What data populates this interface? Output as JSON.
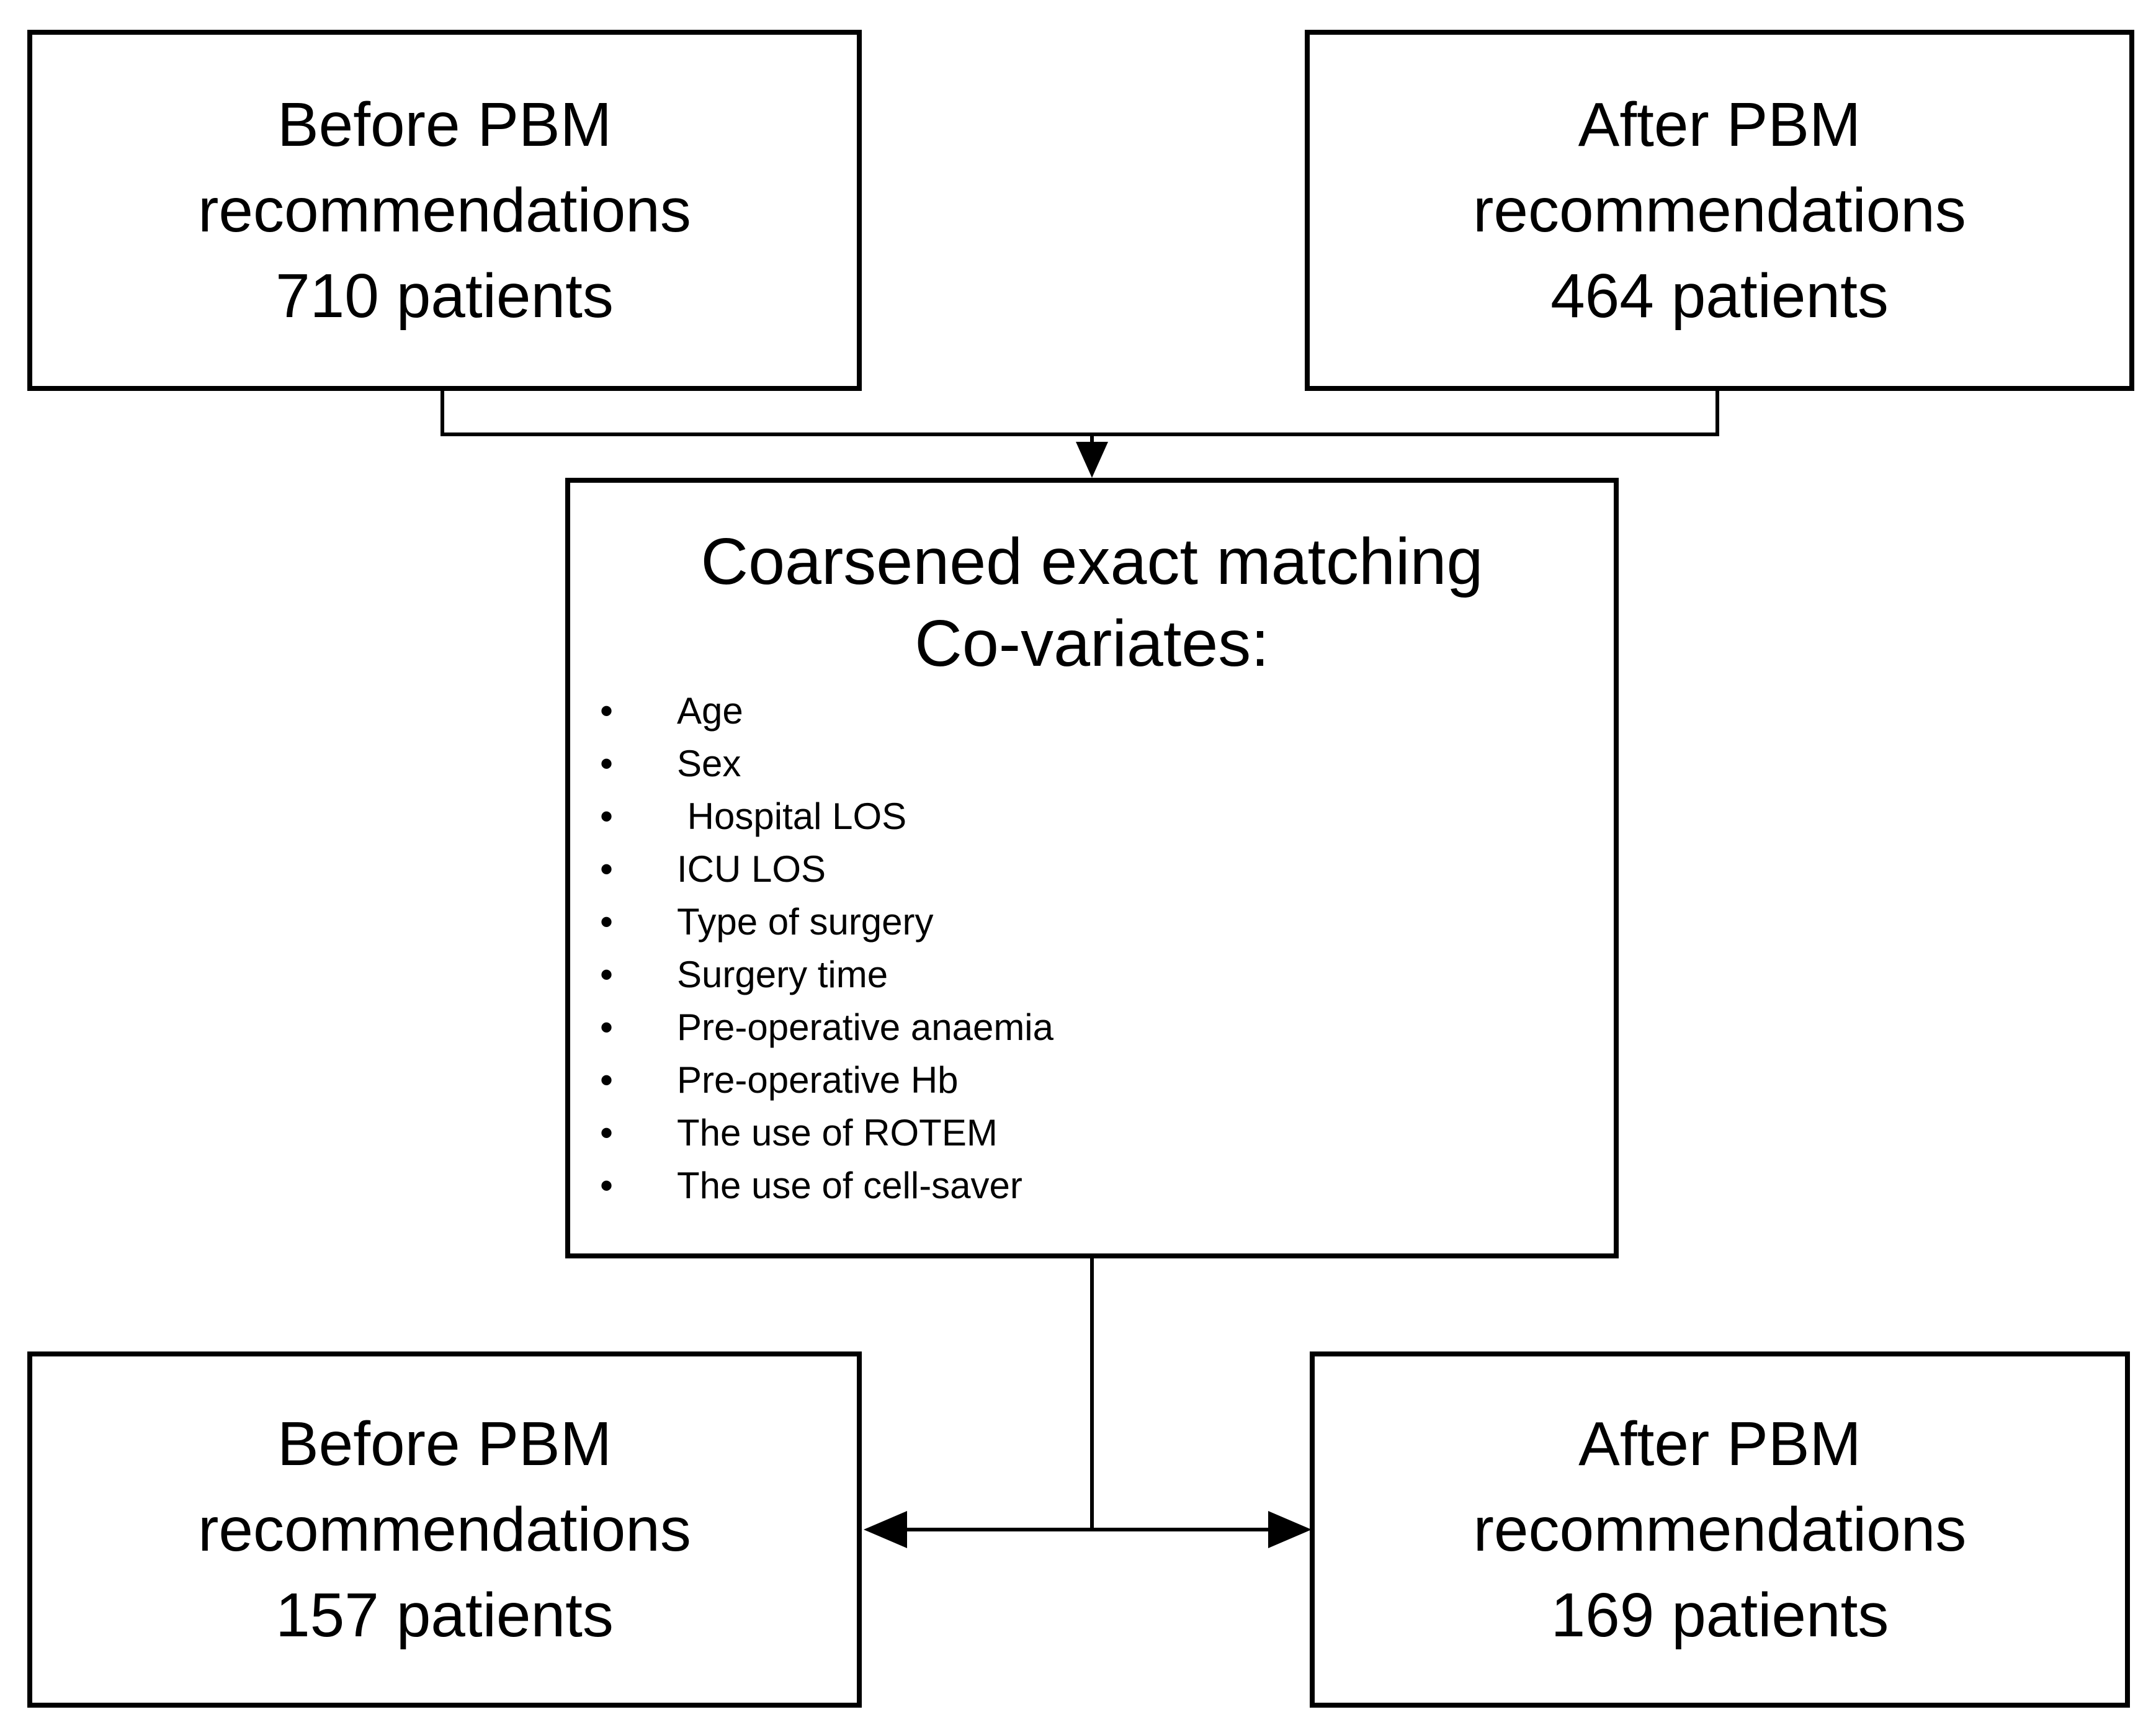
{
  "figure": {
    "type": "flowchart",
    "background_color": "#ffffff",
    "line_color": "#000000",
    "text_color": "#000000"
  },
  "boxes": {
    "top_left": {
      "lines": [
        "Before PBM",
        "recommendations",
        "710 patients"
      ]
    },
    "top_right": {
      "lines": [
        "After PBM",
        "recommendations",
        "464 patients"
      ]
    },
    "middle": {
      "title": "Coarsened exact matching",
      "subtitle": "Co-variates:",
      "bullets": [
        "Age",
        "Sex",
        " Hospital LOS",
        "ICU LOS",
        "Type of surgery",
        "Surgery time",
        "Pre-operative anaemia",
        "Pre-operative Hb",
        "The use of ROTEM",
        "The use of cell-saver"
      ]
    },
    "bottom_left": {
      "lines": [
        "Before PBM",
        "recommendations",
        "157 patients"
      ]
    },
    "bottom_right": {
      "lines": [
        "After PBM",
        "recommendations",
        "169 patients"
      ]
    }
  }
}
